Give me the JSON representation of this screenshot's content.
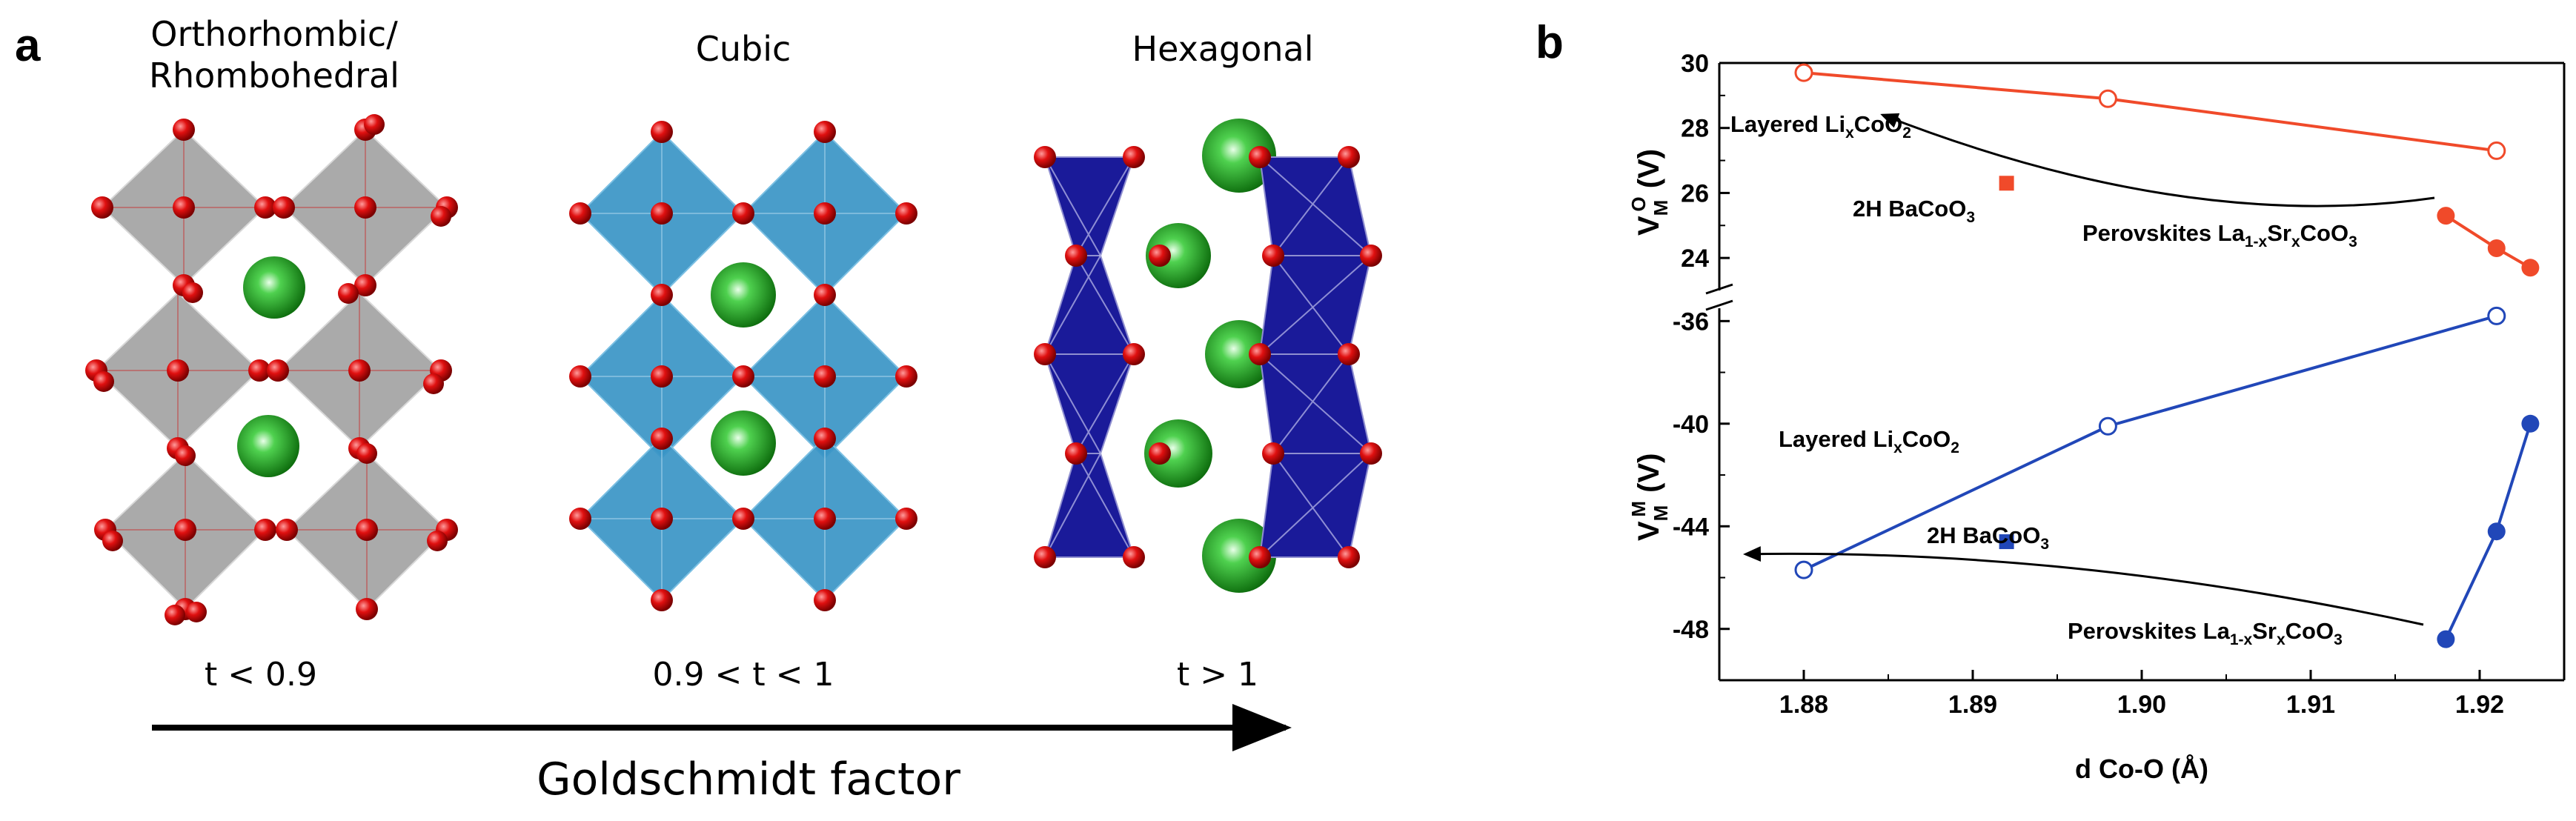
{
  "panel_a": {
    "label": "a",
    "structures": [
      {
        "title": [
          "Orthorhombic/",
          "Rhombohedral"
        ],
        "condition": "t < 0.9",
        "polyhedron_color": "#9e9e9e"
      },
      {
        "title": [
          "Cubic"
        ],
        "condition": "0.9 < t < 1",
        "polyhedron_color": "#3a95c5"
      },
      {
        "title": [
          "Hexagonal"
        ],
        "condition": "t > 1",
        "polyhedron_color": "#1a1a99"
      }
    ],
    "axis_label": "Goldschmidt factor",
    "oxygen_color": "#e01010",
    "a_site_color": "#22b522"
  },
  "panel_b": {
    "label": "b",
    "colors": {
      "oxygen_series": "#f04a2a",
      "metal_series": "#2147b8"
    },
    "annotations": {
      "top_layered": [
        "Layered Li",
        "x",
        "CoO",
        "2"
      ],
      "top_2h": [
        "2H BaCoO",
        "3"
      ],
      "top_perov": [
        "Perovskites La",
        "1-x",
        "Sr",
        "x",
        "CoO",
        "3"
      ],
      "bot_layered": [
        "Layered Li",
        "x",
        "CoO",
        "2"
      ],
      "bot_2h": [
        "2H BaCoO",
        "3"
      ],
      "bot_perov": [
        "Perovskites La",
        "1-x",
        "Sr",
        "x",
        "CoO",
        "3"
      ]
    }
  },
  "chart_data": [
    {
      "type": "scatter",
      "title": "",
      "xlabel": "d Co-O (Å)",
      "ylabel": [
        "V",
        "M",
        "O",
        " (V)"
      ],
      "xlim": [
        1.875,
        1.925
      ],
      "ylim": [
        23,
        30
      ],
      "yticks": [
        24,
        26,
        28,
        30
      ],
      "series": [
        {
          "name": "Layered LixCoO2",
          "marker": "open-circle",
          "x": [
            1.88,
            1.898,
            1.921
          ],
          "y": [
            29.7,
            28.9,
            27.3
          ]
        },
        {
          "name": "2H BaCoO3",
          "marker": "filled-square",
          "x": [
            1.892
          ],
          "y": [
            26.3
          ]
        },
        {
          "name": "Perovskites La1-xSrxCoO3",
          "marker": "filled-circle",
          "x": [
            1.918,
            1.921,
            1.923
          ],
          "y": [
            25.3,
            24.3,
            23.7
          ]
        }
      ]
    },
    {
      "type": "scatter",
      "title": "",
      "xlabel": "d Co-O (Å)",
      "ylabel": [
        "V",
        "M",
        "M",
        " (V)"
      ],
      "xlim": [
        1.875,
        1.925
      ],
      "xticks": [
        1.88,
        1.89,
        1.9,
        1.91,
        1.92
      ],
      "xticklabels": [
        "1.88",
        "1.89",
        "1.90",
        "1.91",
        "1.92"
      ],
      "ylim": [
        -50,
        -35.5
      ],
      "yticks": [
        -48,
        -44,
        -40,
        -36
      ],
      "series": [
        {
          "name": "Layered LixCoO2",
          "marker": "open-circle",
          "x": [
            1.88,
            1.898,
            1.921
          ],
          "y": [
            -45.7,
            -40.1,
            -35.8
          ]
        },
        {
          "name": "2H BaCoO3",
          "marker": "filled-square",
          "x": [
            1.892
          ],
          "y": [
            -44.6
          ]
        },
        {
          "name": "Perovskites La1-xSrxCoO3",
          "marker": "filled-circle",
          "x": [
            1.918,
            1.921,
            1.923
          ],
          "y": [
            -48.4,
            -44.2,
            -40.0
          ]
        }
      ]
    }
  ]
}
